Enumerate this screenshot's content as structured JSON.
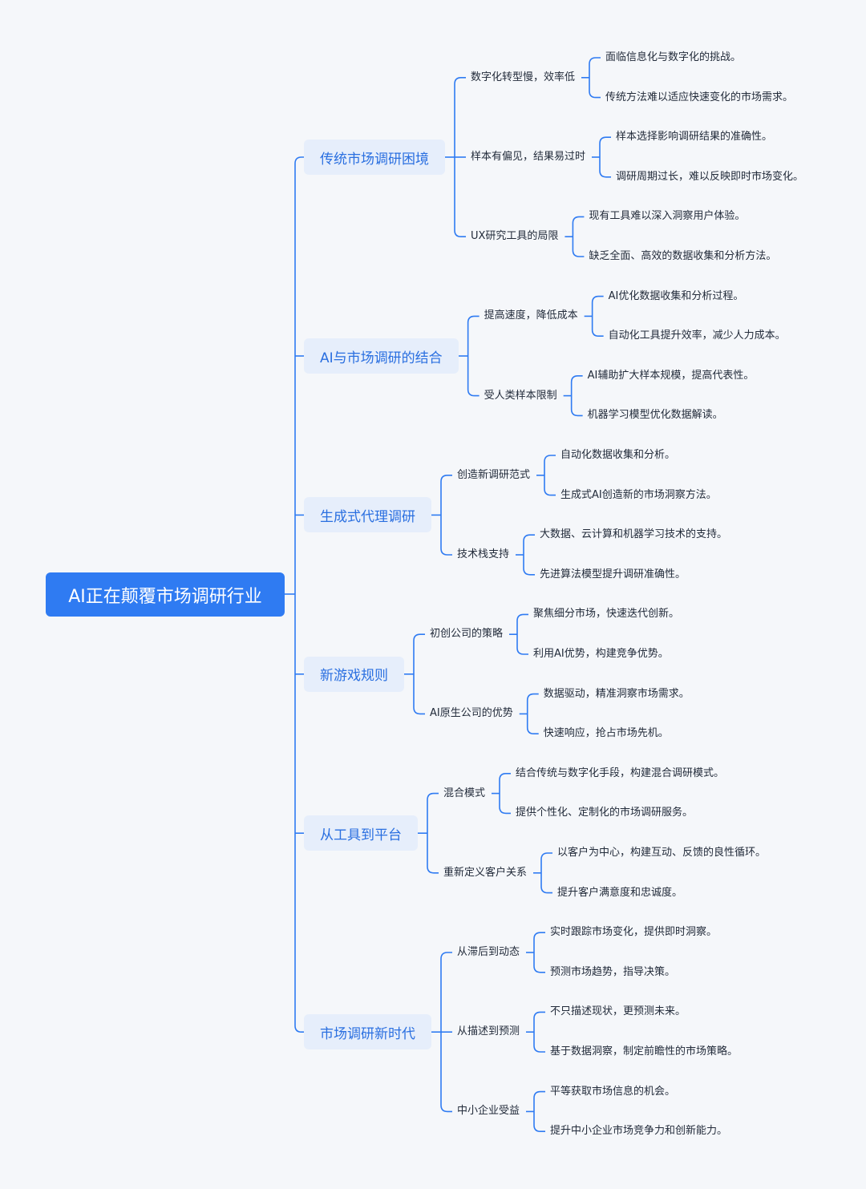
{
  "root": {
    "label": "AI正在颠覆市场调研行业"
  },
  "colors": {
    "line": "#2f7bf2",
    "root_bg": "#2f7bf2",
    "branch_bg": "#e6eefb",
    "branch_text": "#2a6fe0",
    "leaf_text": "#222b3a",
    "background": "#f5f7fa"
  },
  "branches": [
    {
      "label": "传统市场调研困境",
      "children": [
        {
          "label": "数字化转型慢，效率低",
          "leaves": [
            "面临信息化与数字化的挑战。",
            "传统方法难以适应快速变化的市场需求。"
          ]
        },
        {
          "label": "样本有偏见，结果易过时",
          "leaves": [
            "样本选择影响调研结果的准确性。",
            "调研周期过长，难以反映即时市场变化。"
          ]
        },
        {
          "label": "UX研究工具的局限",
          "leaves": [
            "现有工具难以深入洞察用户体验。",
            "缺乏全面、高效的数据收集和分析方法。"
          ]
        }
      ]
    },
    {
      "label": "AI与市场调研的结合",
      "children": [
        {
          "label": "提高速度，降低成本",
          "leaves": [
            "AI优化数据收集和分析过程。",
            "自动化工具提升效率，减少人力成本。"
          ]
        },
        {
          "label": "受人类样本限制",
          "leaves": [
            "AI辅助扩大样本规模，提高代表性。",
            "机器学习模型优化数据解读。"
          ]
        }
      ]
    },
    {
      "label": "生成式代理调研",
      "children": [
        {
          "label": "创造新调研范式",
          "leaves": [
            "自动化数据收集和分析。",
            "生成式AI创造新的市场洞察方法。"
          ]
        },
        {
          "label": "技术栈支持",
          "leaves": [
            "大数据、云计算和机器学习技术的支持。",
            "先进算法模型提升调研准确性。"
          ]
        }
      ]
    },
    {
      "label": "新游戏规则",
      "children": [
        {
          "label": "初创公司的策略",
          "leaves": [
            "聚焦细分市场，快速迭代创新。",
            "利用AI优势，构建竞争优势。"
          ]
        },
        {
          "label": "AI原生公司的优势",
          "leaves": [
            "数据驱动，精准洞察市场需求。",
            "快速响应，抢占市场先机。"
          ]
        }
      ]
    },
    {
      "label": "从工具到平台",
      "children": [
        {
          "label": "混合模式",
          "leaves": [
            "结合传统与数字化手段，构建混合调研模式。",
            "提供个性化、定制化的市场调研服务。"
          ]
        },
        {
          "label": "重新定义客户关系",
          "leaves": [
            "以客户为中心，构建互动、反馈的良性循环。",
            "提升客户满意度和忠诚度。"
          ]
        }
      ]
    },
    {
      "label": "市场调研新时代",
      "children": [
        {
          "label": "从滞后到动态",
          "leaves": [
            "实时跟踪市场变化，提供即时洞察。",
            "预测市场趋势，指导决策。"
          ]
        },
        {
          "label": "从描述到预测",
          "leaves": [
            "不只描述现状，更预测未来。",
            "基于数据洞察，制定前瞻性的市场策略。"
          ]
        },
        {
          "label": "中小企业受益",
          "leaves": [
            "平等获取市场信息的机会。",
            "提升中小企业市场竞争力和创新能力。"
          ]
        }
      ]
    }
  ]
}
